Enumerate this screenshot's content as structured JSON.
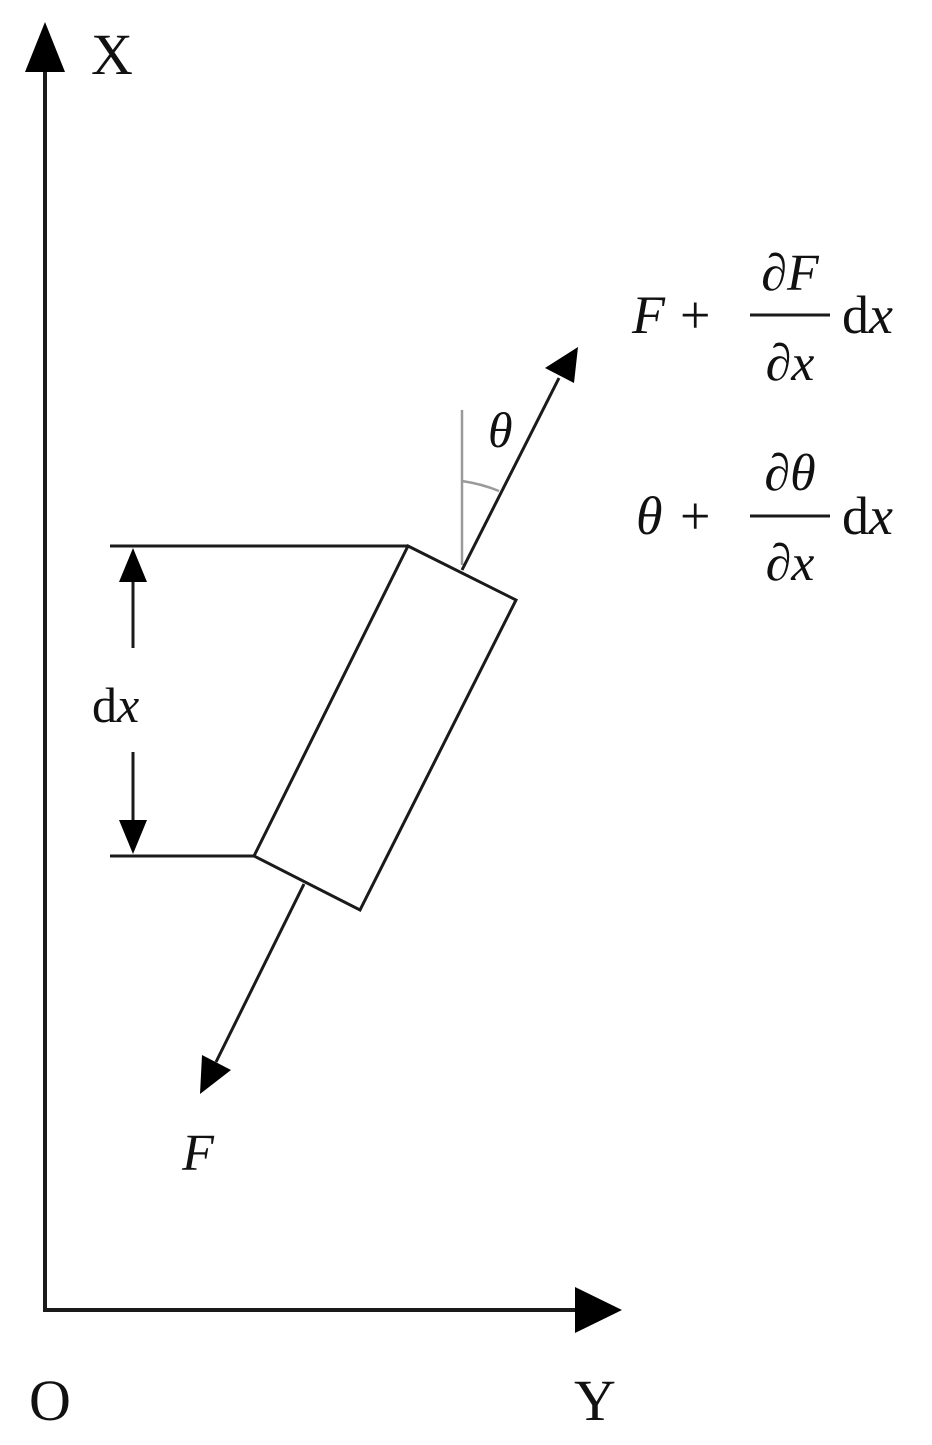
{
  "diagram": {
    "axes": {
      "x_label": "X",
      "y_label": "Y",
      "origin_label": "O"
    },
    "element": {
      "length_label_d": "d",
      "length_label_x": "x"
    },
    "forces": {
      "bottom_force": "F",
      "top_force": {
        "base": "F",
        "plus": "+",
        "numerator": "∂F",
        "denominator": "∂x",
        "tail_d": "d",
        "tail_x": "x"
      }
    },
    "angles": {
      "theta": "θ",
      "top_angle": {
        "base": "θ",
        "plus": "+",
        "numerator": "∂θ",
        "denominator": "∂x",
        "tail_d": "d",
        "tail_x": "x"
      }
    },
    "colors": {
      "line": "#1a1a1a",
      "reference_line": "#9a9a9a"
    }
  }
}
